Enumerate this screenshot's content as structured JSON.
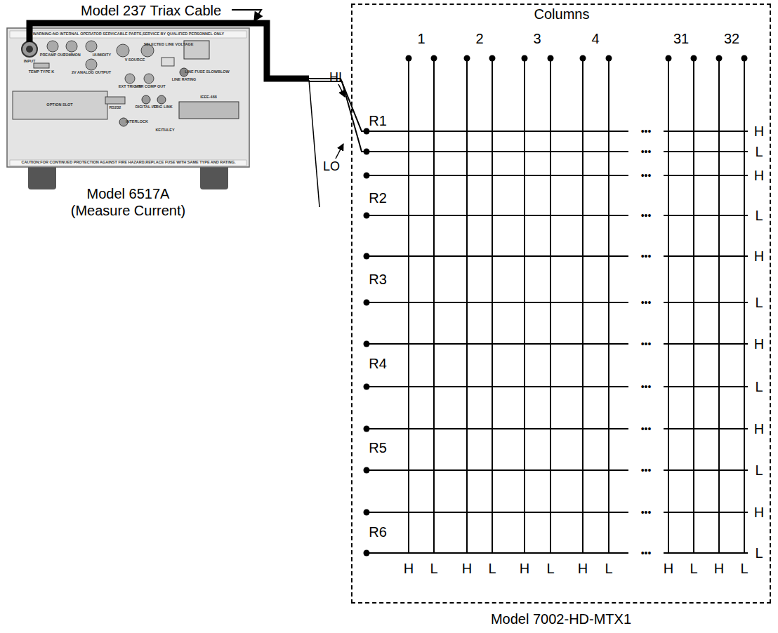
{
  "diagram": {
    "nodes": [
      {
        "text": [
          "Model 6517A (Measure Current)"
        ]
      },
      {
        "text": [
          "Model 7002-HD-MTX1"
        ]
      }
    ],
    "edges": [
      {
        "from": 0,
        "to": 1,
        "arrow": "none",
        "label": "Model 237 Triax Cable"
      }
    ],
    "labels": [
      "Columns",
      "1",
      "2",
      "3",
      "4",
      "31",
      "32",
      "HI",
      "LO",
      "R1",
      "R2",
      "R3",
      "R4",
      "R5",
      "R6",
      "•••",
      "•••",
      "•••",
      "•••",
      "•••",
      "•••",
      "•••",
      "•••",
      "•••",
      "•••",
      "•••",
      "•••",
      "H",
      "L",
      "H",
      "L",
      "H",
      "L",
      "H",
      "L",
      "H",
      "L",
      "H",
      "L",
      "H",
      "L",
      "H",
      "L",
      "H",
      "L",
      "H",
      "L",
      "H",
      "L",
      "H",
      "L",
      "WARNING:NO INTERNAL OPERATOR SERVICABLE PARTS,SERVICE BY QUALIFIED PERSONNEL ONLY",
      "INPUT",
      "PREAMP OUT",
      "COMMON",
      "2V ANALOG OUTPUT",
      "HUMIDITY",
      "TEMP TYPE K",
      "V SOURCE",
      "SELECTED LINE VOLTAGE",
      "EXT TRIG IN",
      "MTR COMP OUT",
      "LINE RATING",
      "LINE FUSE SLOWBLOW",
      "OPTION SLOT",
      "RS232",
      "DIGITAL I/O",
      "TRIG LINK",
      "IEEE-488",
      "INTERLOCK",
      "KEITHLEY",
      "CAUTION:FOR CONTINUED PROTECTION AGAINST FIRE HAZARD,REPLACE FUSE WITH SAME TYPE AND RATING."
    ]
  }
}
